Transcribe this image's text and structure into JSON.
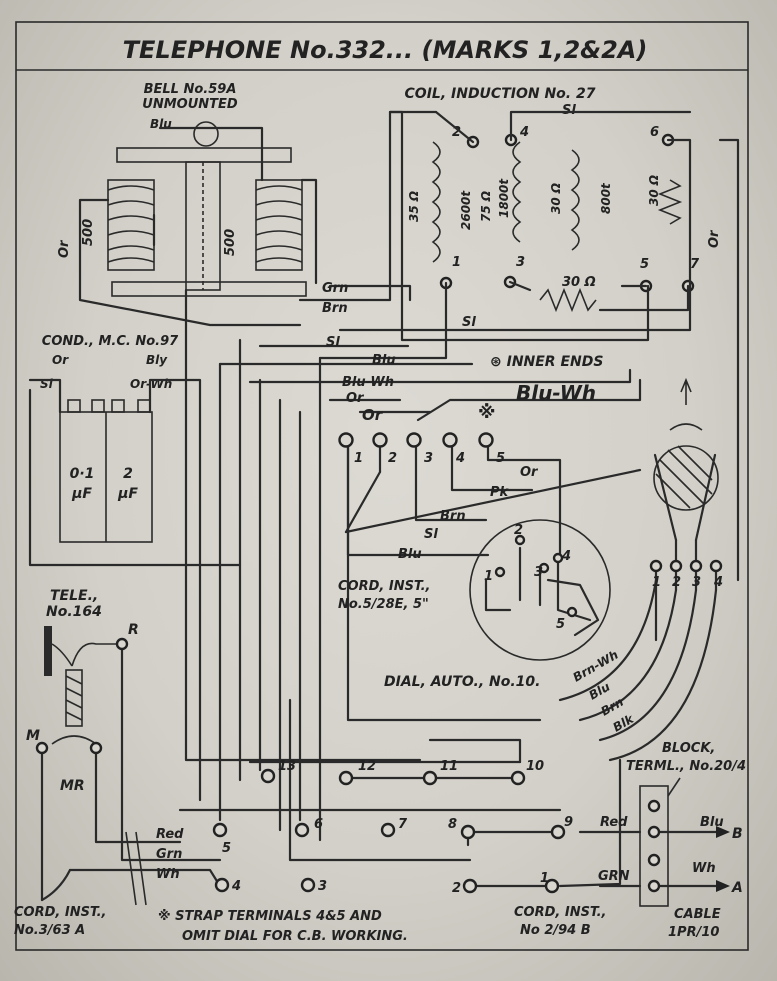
{
  "title": "TELEPHONE No.332... (MARKS 1,2&2A)",
  "components": {
    "bell": {
      "line1": "BELL No.59A",
      "line2": "UNMOUNTED",
      "coil_left": "500",
      "coil_right": "500"
    },
    "coil": {
      "title": "COIL, INDUCTION No. 27",
      "sl_top": "Sl",
      "r1": "35 Ω",
      "r2": "2600t",
      "r3": "75 Ω",
      "r4": "1800t",
      "r5": "30 Ω",
      "r6": "800t",
      "r7": "30 Ω",
      "r_bottom": "30 Ω"
    },
    "condenser": {
      "title": "COND., M.C. No.97",
      "c1": "0·1",
      "c1u": "μF",
      "c2": "2",
      "c2u": "μF"
    },
    "tele": {
      "line1": "TELE.,",
      "line2": "No.164",
      "r": "R",
      "m": "M",
      "mr": "MR"
    },
    "cord_inst": {
      "line1": "CORD, INST.,",
      "line2": "No.5/28E, 5\""
    },
    "dial": {
      "label": "DIAL, AUTO., No.10."
    },
    "cord_left": {
      "line1": "CORD, INST.,",
      "line2": "No.3/63 A"
    },
    "cord_right": {
      "line1": "CORD, INST.,",
      "line2": "No 2/94 B"
    },
    "block": {
      "line1": "BLOCK,",
      "line2": "TERML., No.20/4"
    },
    "cable": {
      "line1": "CABLE",
      "line2": "1PR/10"
    }
  },
  "notes": {
    "inner_ends": "⊛ INNER ENDS",
    "strap1": "※ STRAP TERMINALS 4&5 AND",
    "strap2": "OMIT DIAL FOR C.B. WORKING."
  },
  "wire_labels": {
    "blu": "Blu",
    "or": "Or",
    "grn": "Grn",
    "brn": "Brn",
    "sl": "Sl",
    "blu_wh": "Blu-Wh",
    "blu_wh_big": "Blu-Wh",
    "pk": "Pk",
    "red": "Red",
    "wh": "Wh",
    "grn_caps": "GRN",
    "brn_wh": "Brn-Wh",
    "blk": "Blk",
    "or_wh": "Or-Wh",
    "bly": "Bly"
  },
  "terminals": {
    "coil": [
      "2",
      "4",
      "6",
      "1",
      "3",
      "5",
      "7"
    ],
    "cord": [
      "1",
      "2",
      "3",
      "4",
      "5"
    ],
    "dial": [
      "1",
      "2",
      "3",
      "4",
      "5"
    ],
    "ring": [
      "1",
      "2",
      "3",
      "4"
    ],
    "block": [
      "13",
      "12",
      "11",
      "10",
      "5",
      "6",
      "7",
      "8",
      "9",
      "4",
      "3",
      "2",
      "1"
    ],
    "cable_a": "A",
    "cable_b": "B"
  },
  "colors": {
    "ink": "#222222",
    "paper": "#d6d4cc"
  }
}
